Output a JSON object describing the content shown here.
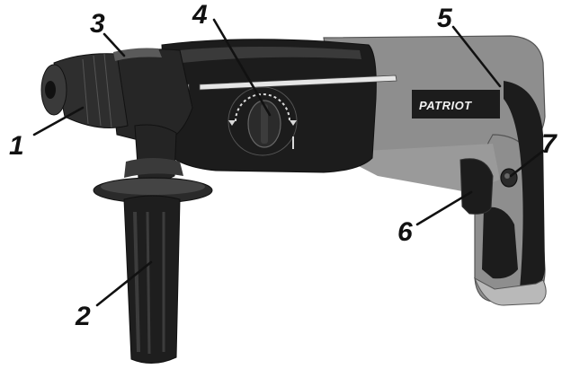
{
  "figure": {
    "brand_label": "PATRIOT",
    "callouts": [
      {
        "id": "1",
        "label": "1"
      },
      {
        "id": "2",
        "label": "2"
      },
      {
        "id": "3",
        "label": "3"
      },
      {
        "id": "4",
        "label": "4"
      },
      {
        "id": "5",
        "label": "5"
      },
      {
        "id": "6",
        "label": "6"
      },
      {
        "id": "7",
        "label": "7"
      }
    ],
    "colors": {
      "body_black": "#1c1c1c",
      "body_gray": "#8e8e8e",
      "light_gray": "#b9b9b9",
      "highlight": "#d9d9d9",
      "ink": "#111111"
    }
  }
}
